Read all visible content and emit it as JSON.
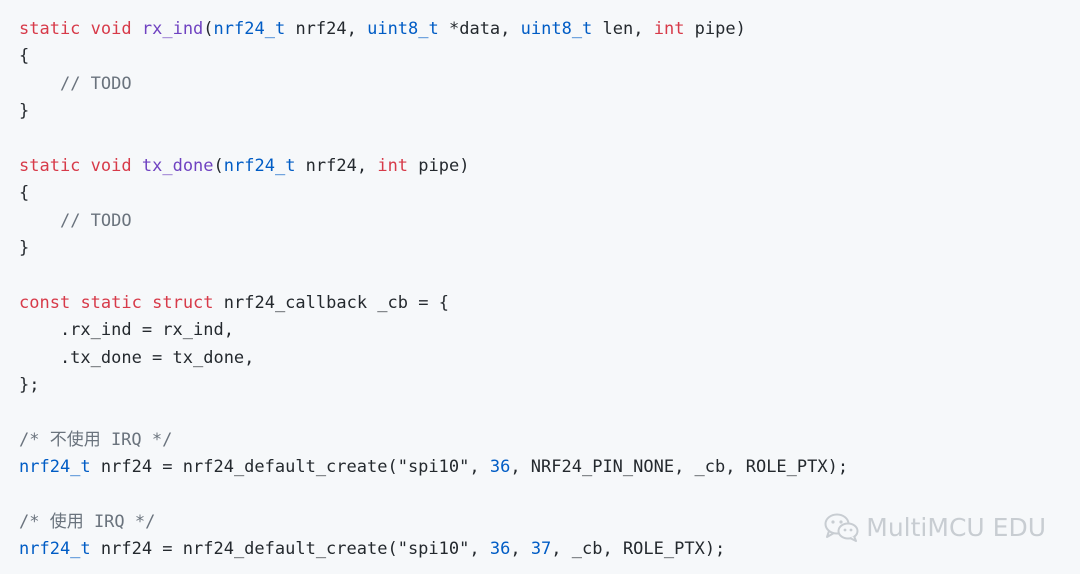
{
  "code": {
    "lines": [
      [
        {
          "t": "static",
          "c": "kw"
        },
        {
          "t": " ",
          "c": ""
        },
        {
          "t": "void",
          "c": "kw"
        },
        {
          "t": " ",
          "c": ""
        },
        {
          "t": "rx_ind",
          "c": "fn"
        },
        {
          "t": "(",
          "c": ""
        },
        {
          "t": "nrf24_t",
          "c": "ty"
        },
        {
          "t": " nrf24, ",
          "c": ""
        },
        {
          "t": "uint8_t",
          "c": "ty"
        },
        {
          "t": " *data, ",
          "c": ""
        },
        {
          "t": "uint8_t",
          "c": "ty"
        },
        {
          "t": " len, ",
          "c": ""
        },
        {
          "t": "int",
          "c": "kw"
        },
        {
          "t": " pipe)",
          "c": ""
        }
      ],
      [
        {
          "t": "{",
          "c": ""
        }
      ],
      [
        {
          "t": "    ",
          "c": ""
        },
        {
          "t": "// TODO",
          "c": "cm"
        }
      ],
      [
        {
          "t": "}",
          "c": ""
        }
      ],
      [
        {
          "t": "",
          "c": ""
        }
      ],
      [
        {
          "t": "static",
          "c": "kw"
        },
        {
          "t": " ",
          "c": ""
        },
        {
          "t": "void",
          "c": "kw"
        },
        {
          "t": " ",
          "c": ""
        },
        {
          "t": "tx_done",
          "c": "fn"
        },
        {
          "t": "(",
          "c": ""
        },
        {
          "t": "nrf24_t",
          "c": "ty"
        },
        {
          "t": " nrf24, ",
          "c": ""
        },
        {
          "t": "int",
          "c": "kw"
        },
        {
          "t": " pipe)",
          "c": ""
        }
      ],
      [
        {
          "t": "{",
          "c": ""
        }
      ],
      [
        {
          "t": "    ",
          "c": ""
        },
        {
          "t": "// TODO",
          "c": "cm"
        }
      ],
      [
        {
          "t": "}",
          "c": ""
        }
      ],
      [
        {
          "t": "",
          "c": ""
        }
      ],
      [
        {
          "t": "const",
          "c": "kw"
        },
        {
          "t": " ",
          "c": ""
        },
        {
          "t": "static",
          "c": "kw"
        },
        {
          "t": " ",
          "c": ""
        },
        {
          "t": "struct",
          "c": "kw"
        },
        {
          "t": " nrf24_callback _cb = {",
          "c": ""
        }
      ],
      [
        {
          "t": "    .rx_ind = rx_ind,",
          "c": ""
        }
      ],
      [
        {
          "t": "    .tx_done = tx_done,",
          "c": ""
        }
      ],
      [
        {
          "t": "};",
          "c": ""
        }
      ],
      [
        {
          "t": "",
          "c": ""
        }
      ],
      [
        {
          "t": "/* 不使用 IRQ */",
          "c": "cm"
        }
      ],
      [
        {
          "t": "nrf24_t",
          "c": "ty"
        },
        {
          "t": " nrf24 = nrf24_default_create(",
          "c": ""
        },
        {
          "t": "\"spi10\"",
          "c": "st"
        },
        {
          "t": ", ",
          "c": ""
        },
        {
          "t": "36",
          "c": "nm"
        },
        {
          "t": ", NRF24_PIN_NONE, _cb, ROLE_PTX);",
          "c": ""
        }
      ],
      [
        {
          "t": "",
          "c": ""
        }
      ],
      [
        {
          "t": "/* 使用 IRQ */",
          "c": "cm"
        }
      ],
      [
        {
          "t": "nrf24_t",
          "c": "ty"
        },
        {
          "t": " nrf24 = nrf24_default_create(",
          "c": ""
        },
        {
          "t": "\"spi10\"",
          "c": "st"
        },
        {
          "t": ", ",
          "c": ""
        },
        {
          "t": "36",
          "c": "nm"
        },
        {
          "t": ", ",
          "c": ""
        },
        {
          "t": "37",
          "c": "nm"
        },
        {
          "t": ", _cb, ROLE_PTX);",
          "c": ""
        }
      ]
    ]
  },
  "watermark": {
    "icon": "wechat-icon",
    "text": "MultiMCU EDU"
  }
}
